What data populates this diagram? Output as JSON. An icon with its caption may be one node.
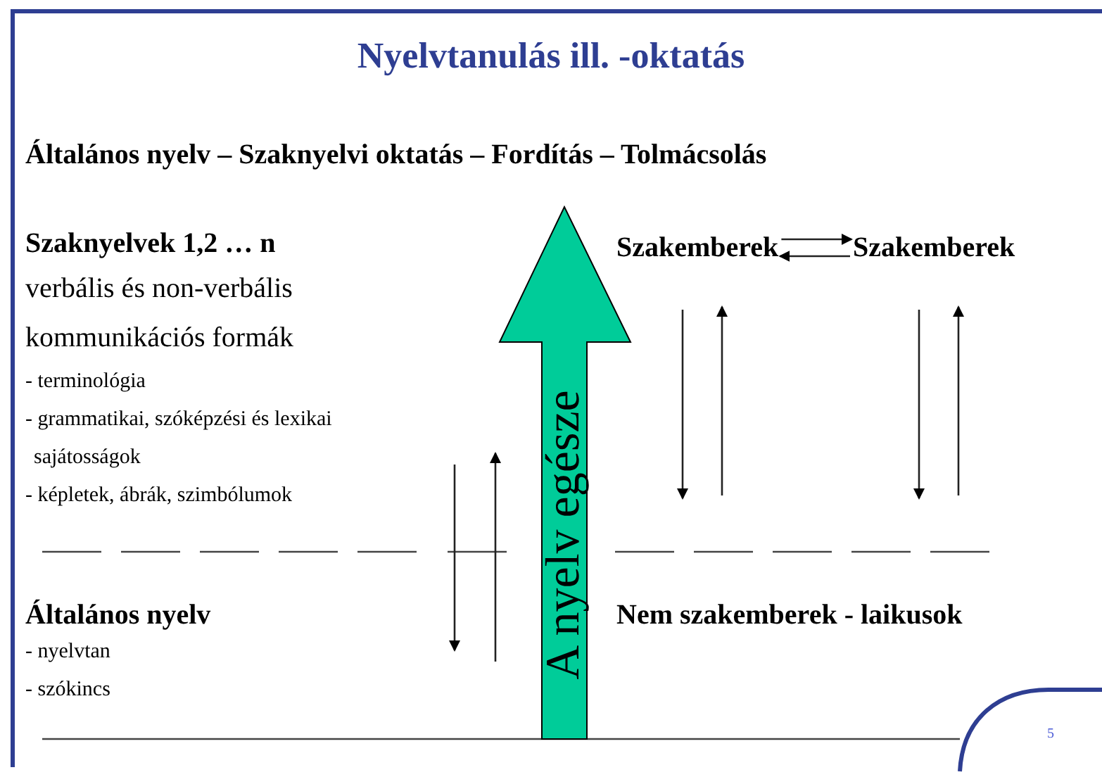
{
  "diagram": {
    "title": "Nyelvtanulás ill. -oktatás",
    "nodes": [
      {
        "text": [
          "Szaknyelvek 1,2 … n",
          "verbális és non-verbális kommunikációs formák",
          "- terminológia",
          "- grammatikai, szóképzési és lexikai sajátosságok",
          "- képletek, ábrák, szimbólumok"
        ]
      },
      {
        "text": [
          "Szakemberek"
        ]
      },
      {
        "text": [
          "Szakemberek"
        ]
      },
      {
        "text": [
          "Általános nyelv",
          "- nyelvtan",
          "- szókincs"
        ]
      },
      {
        "text": [
          "Nem szakemberek - laikusok"
        ]
      },
      {
        "text": [
          "A nyelv egésze"
        ]
      }
    ],
    "edges": [
      {
        "from": 1,
        "to": 2,
        "arrow": "to"
      },
      {
        "from": 2,
        "to": 1,
        "arrow": "to"
      }
    ],
    "labels": [
      "Általános nyelv – Szaknyelvi oktatás – Fordítás – Tolmácsolás",
      "5"
    ]
  }
}
